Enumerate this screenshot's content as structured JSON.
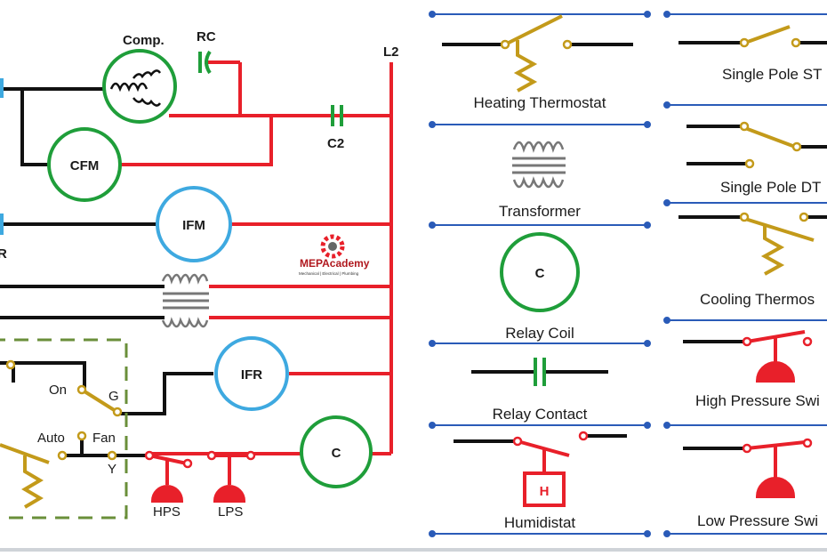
{
  "colors": {
    "hot": "#e8202a",
    "neutral": "#111111",
    "switch": "#c39a1a",
    "motor_green": "#1f9e3a",
    "motor_blue": "#3ea9e0",
    "motor_fill": "#ffffff",
    "relay": "#1f9e3a",
    "divider": "#2a5bb8",
    "dashed": "#6a8f3a"
  },
  "schematic": {
    "comp": "Comp.",
    "rc": "RC",
    "l2": "L2",
    "c2": "C2",
    "cfm": "CFM",
    "ifm": "IFM",
    "ifr": "IFR",
    "contactor": "C",
    "on": "On",
    "g": "G",
    "auto": "Auto",
    "fan": "Fan",
    "y": "Y",
    "hps": "HPS",
    "lps": "LPS",
    "r": "R",
    "logo_name": "MEPAcademy",
    "logo_tag": "Mechanical | Electrical | Plumbing"
  },
  "legend": {
    "col1": [
      {
        "name": "Heating Thermostat"
      },
      {
        "name": "Transformer"
      },
      {
        "name": "Relay Coil",
        "symbol_letter": "C"
      },
      {
        "name": "Relay Contact"
      },
      {
        "name": "Humidistat",
        "symbol_letter": "H"
      }
    ],
    "col2": [
      {
        "name": "Single Pole ST"
      },
      {
        "name": "Single Pole DT"
      },
      {
        "name": "Cooling Thermos"
      },
      {
        "name": "High Pressure Swi"
      },
      {
        "name": "Low Pressure Swi"
      }
    ]
  }
}
